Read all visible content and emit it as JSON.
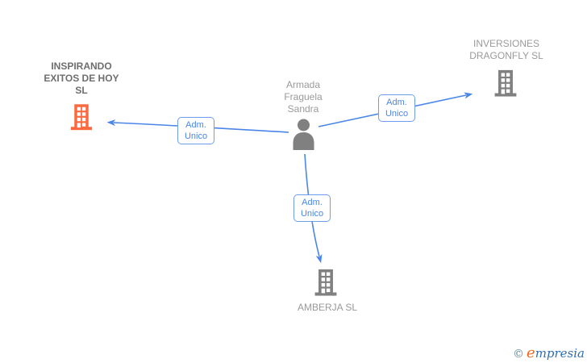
{
  "diagram": {
    "center_person": {
      "name": "Armada Fraguela Sandra"
    },
    "companies": [
      {
        "name": "INSPIRANDO EXITOS DE HOY SL",
        "highlighted": true,
        "position": "left"
      },
      {
        "name": "INVERSIONES DRAGONFLY SL",
        "highlighted": false,
        "position": "top-right"
      },
      {
        "name": "AMBERJA SL",
        "highlighted": false,
        "position": "bottom"
      }
    ],
    "relationships": [
      {
        "label": "Adm. Unico",
        "to": "INSPIRANDO EXITOS DE HOY SL"
      },
      {
        "label": "Adm. Unico",
        "to": "INVERSIONES DRAGONFLY SL"
      },
      {
        "label": "Adm. Unico",
        "to": "AMBERJA SL"
      }
    ]
  },
  "footer": {
    "copyright_symbol": "©",
    "brand_initial": "e",
    "brand_rest": "mpresia"
  },
  "colors": {
    "accent_blue": "#4a86e8",
    "box_border_blue": "#6d9eeb",
    "highlight_orange": "#fb6a3f",
    "icon_gray": "#808080",
    "label_gray": "#9a9a9a",
    "highlight_label_gray": "#6e6e6e"
  }
}
